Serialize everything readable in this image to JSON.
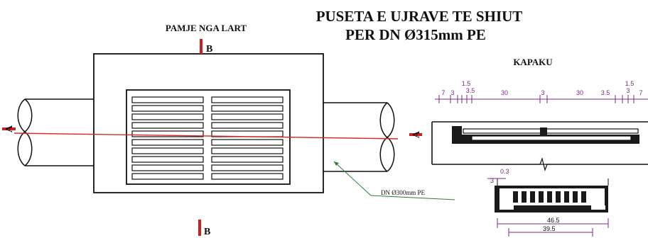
{
  "title": {
    "line1": "PUSETA E UJRAVE TE SHIUT",
    "line2": "PER DN Ø315mm PE"
  },
  "top_view": {
    "label": "PAMJE NGA LART",
    "section_b_top": "B",
    "section_b_bottom": "B",
    "section_a": "A",
    "pipe_label": "DN Ø300mm PE"
  },
  "cover_view": {
    "label": "KAPAKU",
    "section_a": "A",
    "top_dimensions": [
      "7",
      "3",
      "1.5",
      "3.5",
      "30",
      "3",
      "30",
      "3.5",
      "1.5",
      "3",
      "7"
    ],
    "detail_dimensions": {
      "offset_a": "0.3",
      "offset_b": "3",
      "width_outer": "46.5",
      "width_inner": "39.5"
    }
  },
  "colors": {
    "section_marker": "#cc1f1f",
    "centerline": "#d42a2a",
    "dimension": "#7b2a86",
    "leader": "#2e7d32",
    "outline": "#111111"
  }
}
